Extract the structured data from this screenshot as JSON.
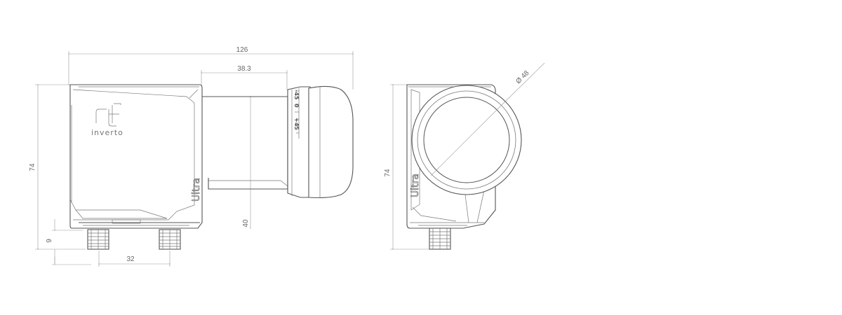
{
  "drawing": {
    "dimensions": {
      "overall_length": "126",
      "horn_length": "38.3",
      "height_left": "74",
      "horn_height": "40",
      "connector_height": "9",
      "connector_spacing": "32",
      "height_right": "74",
      "feed_diameter": "Ø 48"
    },
    "branding": {
      "logo_text": "inverto",
      "product_text": "Ultra",
      "product_text_right": "Ultra"
    },
    "skew_scale": {
      "top": "-45",
      "mid": "0",
      "bottom": "+45"
    }
  }
}
